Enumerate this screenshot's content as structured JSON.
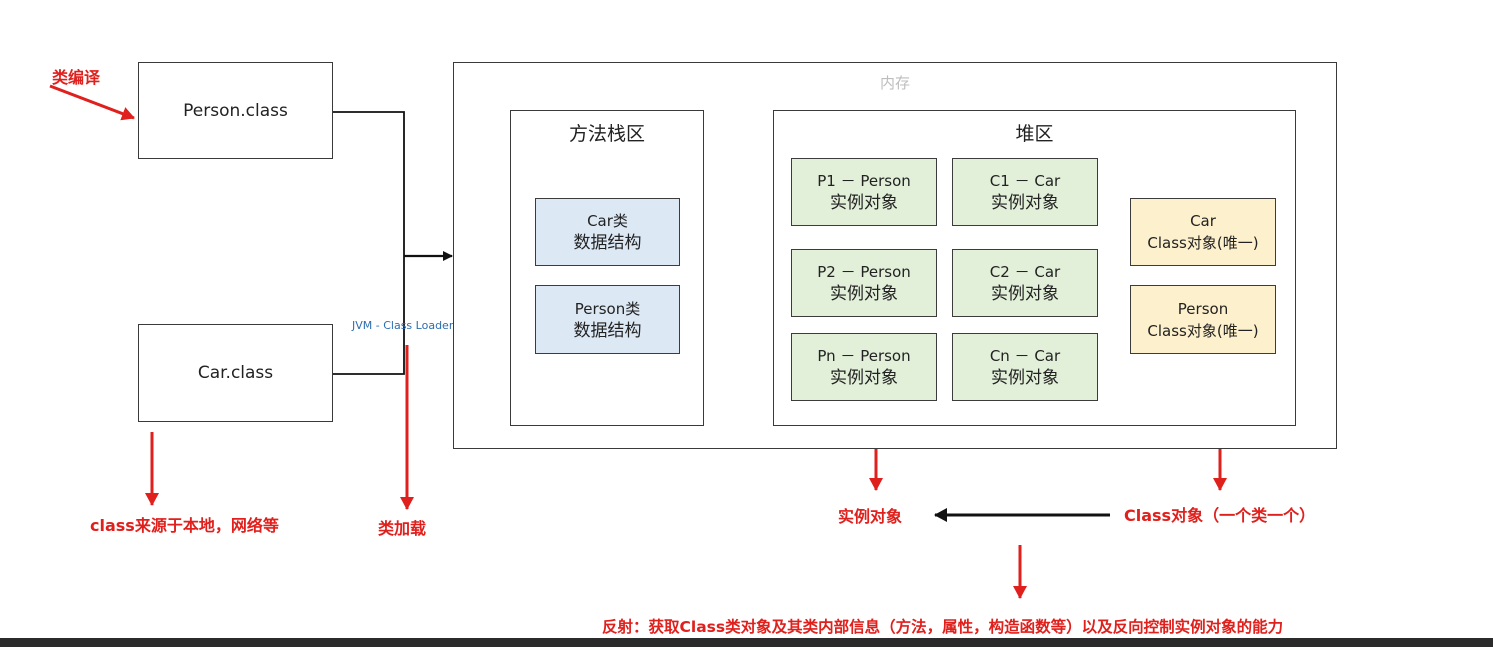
{
  "files": {
    "person": "Person.class",
    "car": "Car.class"
  },
  "loader_label": "JVM - Class Loader",
  "memory": {
    "label": "内存",
    "method_area": {
      "title": "方法栈区",
      "items": [
        {
          "line1": "Car类",
          "line2": "数据结构"
        },
        {
          "line1": "Person类",
          "line2": "数据结构"
        }
      ]
    },
    "heap": {
      "title": "堆区",
      "instances": [
        {
          "line1": "P1 － Person",
          "line2": "实例对象"
        },
        {
          "line1": "C1 － Car",
          "line2": "实例对象"
        },
        {
          "line1": "P2 － Person",
          "line2": "实例对象"
        },
        {
          "line1": "C2 － Car",
          "line2": "实例对象"
        },
        {
          "line1": "Pn － Person",
          "line2": "实例对象"
        },
        {
          "line1": "Cn － Car",
          "line2": "实例对象"
        }
      ],
      "class_objects": [
        {
          "line1": "Car",
          "line2": "Class对象(唯一)"
        },
        {
          "line1": "Person",
          "line2": "Class对象(唯一)"
        }
      ]
    }
  },
  "annotations": {
    "compile": "类编译",
    "source": "class来源于本地，网络等",
    "loading": "类加载",
    "instance": "实例对象",
    "class_object": "Class对象（一个类一个）",
    "reflection": "反射：获取Class类对象及其类内部信息（方法，属性，构造函数等）以及反向控制实例对象的能力"
  },
  "colors": {
    "annotation_red": "#e0201c",
    "method_item_fill": "#dde8f5",
    "instance_fill": "#e2efd9",
    "class_object_fill": "#fdf0cc"
  }
}
